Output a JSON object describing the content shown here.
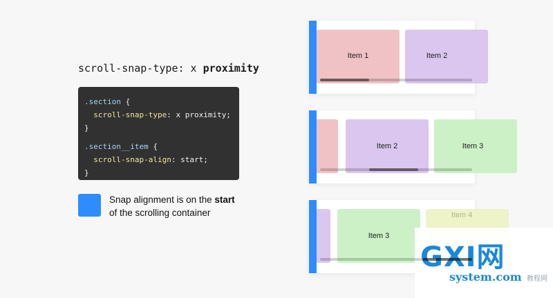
{
  "heading": {
    "prefix": "scroll-snap-type: x ",
    "bold": "proximity"
  },
  "code": {
    "l1_sel": ".section",
    "l1_rest": " {",
    "l2_prop": "scroll-snap-type",
    "l2_rest": ": x proximity;",
    "l3": "}",
    "l4_sel": ".section__item",
    "l4_rest": " {",
    "l5_prop": "scroll-snap-align",
    "l5_rest": ": start;",
    "l6": "}"
  },
  "legend": {
    "line1_pre": "Snap alignment is on the ",
    "line1_bold": "start",
    "line2": "of the scrolling container"
  },
  "panels": [
    {
      "items": [
        "Item 1",
        "Item 2"
      ],
      "scroll_position": 0.0
    },
    {
      "items": [
        "",
        "Item 2",
        "Item 3"
      ],
      "scroll_position": 0.5
    },
    {
      "items": [
        "",
        "Item 3",
        "Item 4"
      ],
      "scroll_position": 1.0
    }
  ],
  "colors": {
    "accent": "#2f8cff",
    "item1": "#f0c2c5",
    "item2": "#dac6ef",
    "item3": "#cdf1c7",
    "item4": "#eef3c8"
  },
  "watermark": {
    "logo": "GXI网",
    "site": "system.com",
    "small": "教程网"
  }
}
